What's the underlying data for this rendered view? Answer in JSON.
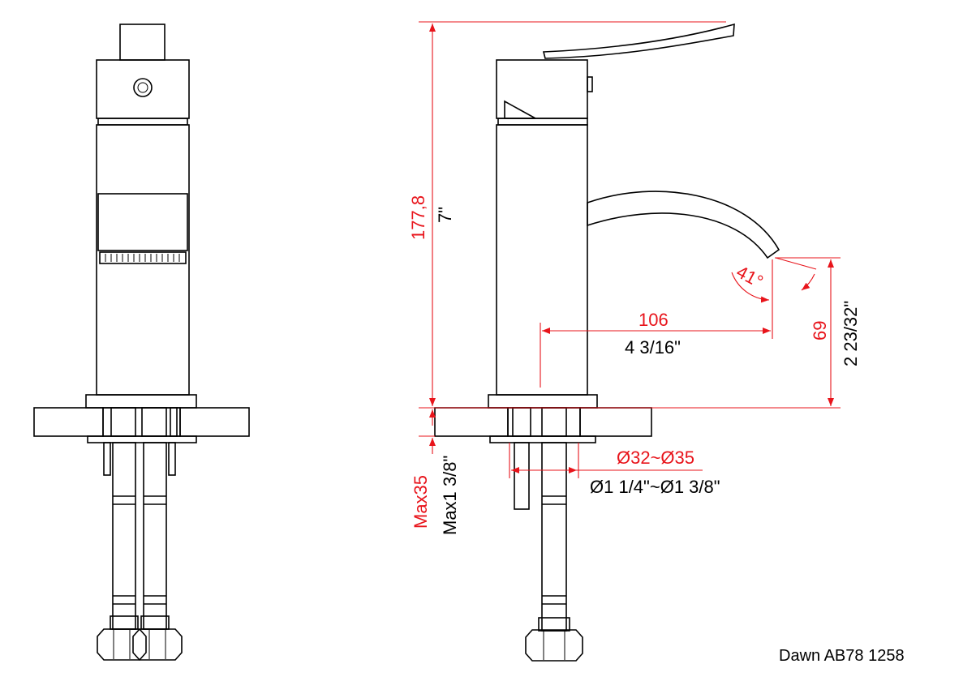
{
  "colors": {
    "dimension": "#e8141b",
    "outline": "#000000",
    "background": "#ffffff"
  },
  "dimensions": {
    "total_height_mm": "177,8",
    "total_height_in": "7\"",
    "spout_reach_mm": "106",
    "spout_reach_in": "4 3/16\"",
    "spout_height_mm": "69",
    "spout_height_in": "2 23/32\"",
    "spout_angle": "41°",
    "deck_thickness_mm": "Max35",
    "deck_thickness_in": "Max1 3/8\"",
    "hole_diameter_mm": "Ø32~Ø35",
    "hole_diameter_in": "Ø1 1/4\"~Ø1 3/8\""
  },
  "caption": "Dawn AB78 1258"
}
